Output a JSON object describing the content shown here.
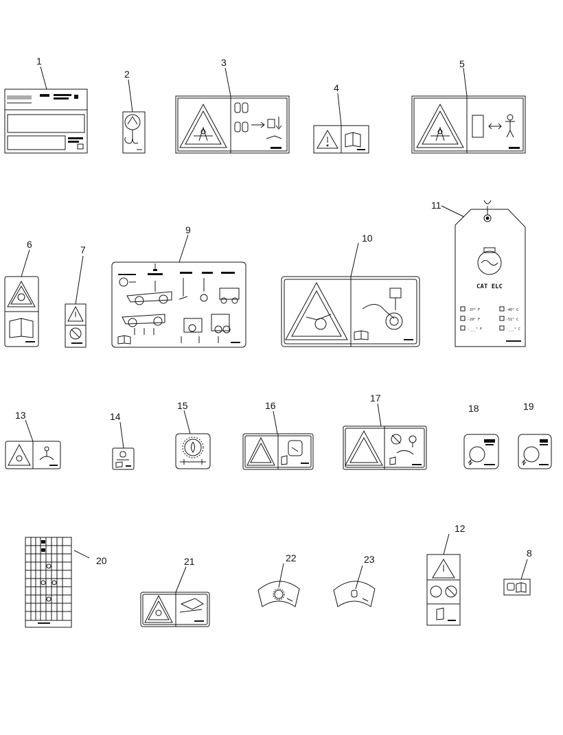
{
  "callouts": [
    "1",
    "2",
    "3",
    "4",
    "5",
    "6",
    "7",
    "8",
    "9",
    "10",
    "11",
    "12",
    "13",
    "14",
    "15",
    "16",
    "17",
    "18",
    "19",
    "20",
    "21",
    "22",
    "23"
  ],
  "tag11": {
    "title": "CAT ELC",
    "temps": [
      "-37° F",
      "-40° C",
      "-29° F",
      "-51° C",
      "-___° F",
      "-___° C"
    ]
  }
}
